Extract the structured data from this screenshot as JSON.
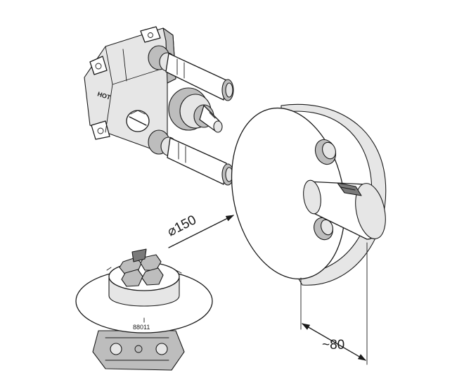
{
  "labels": {
    "hot_marking": "HOT",
    "diameter_dimension": "⌀150",
    "depth_dimension": "~80",
    "part_number": "88011"
  }
}
